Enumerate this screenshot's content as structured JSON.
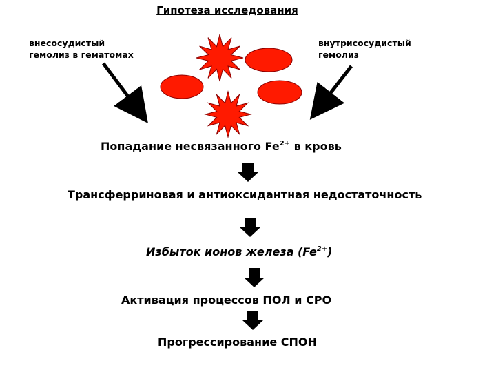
{
  "title": "Гипотеза исследования",
  "left_source": {
    "line1": "внесосудистый",
    "line2": "гемолиз в гематомах"
  },
  "right_source": {
    "line1": "внутрисосудистый",
    "line2": "гемолиз"
  },
  "steps": [
    {
      "pre": "Попадание несвязанного Fe",
      "sup": "2+",
      "post": " в кровь"
    },
    {
      "pre": "Трансферриновая и антиоксидантная недостаточность",
      "sup": "",
      "post": ""
    },
    {
      "pre": "Избыток ионов железа (Fe",
      "sup": "2+",
      "post": ")"
    },
    {
      "pre": "Активация процессов ПОЛ и СРО",
      "sup": "",
      "post": ""
    },
    {
      "pre": "Прогрессирование СПОН",
      "sup": "",
      "post": ""
    }
  ],
  "colors": {
    "cell_fill": "#ff1a00",
    "cell_stroke": "#8b0000",
    "arrow": "#000000"
  }
}
